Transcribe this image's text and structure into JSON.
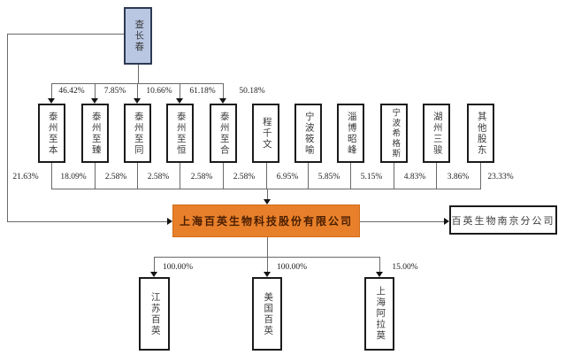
{
  "diagram": {
    "root_person": "查长春",
    "root_holdings_in_entities": [
      "46.42%",
      "7.85%",
      "10.66%",
      "61.18%",
      "50.18%"
    ],
    "root_direct_stake": "21.63%",
    "shareholders": [
      {
        "name": "泰州至本",
        "stake": "18.09%"
      },
      {
        "name": "泰州至臻",
        "stake": "2.58%"
      },
      {
        "name": "泰州至同",
        "stake": "2.58%"
      },
      {
        "name": "泰州至恒",
        "stake": "2.58%"
      },
      {
        "name": "泰州至合",
        "stake": "2.58%"
      },
      {
        "name": "程千文",
        "stake": "6.95%"
      },
      {
        "name": "宁波筱喻",
        "stake": "5.85%"
      },
      {
        "name": "淄博昭峰",
        "stake": "5.15%"
      },
      {
        "name": "宁波希格斯",
        "stake": "4.83%"
      },
      {
        "name": "湖州三骏",
        "stake": "3.86%"
      },
      {
        "name": "其他股东",
        "stake": "23.33%"
      }
    ],
    "company": "上海百英生物科技股份有限公司",
    "branch": "百英生物南京分公司",
    "subsidiaries": [
      {
        "name": "江苏百英",
        "stake": "100.00%"
      },
      {
        "name": "美国百英",
        "stake": "100.00%"
      },
      {
        "name": "上海阿拉莫",
        "stake": "15.00%"
      }
    ],
    "colors": {
      "company_fill": "#e8802b",
      "root_fill": "#b9c7e3",
      "box_border": "#1b1b1b",
      "line": "#6a6a6a"
    }
  }
}
